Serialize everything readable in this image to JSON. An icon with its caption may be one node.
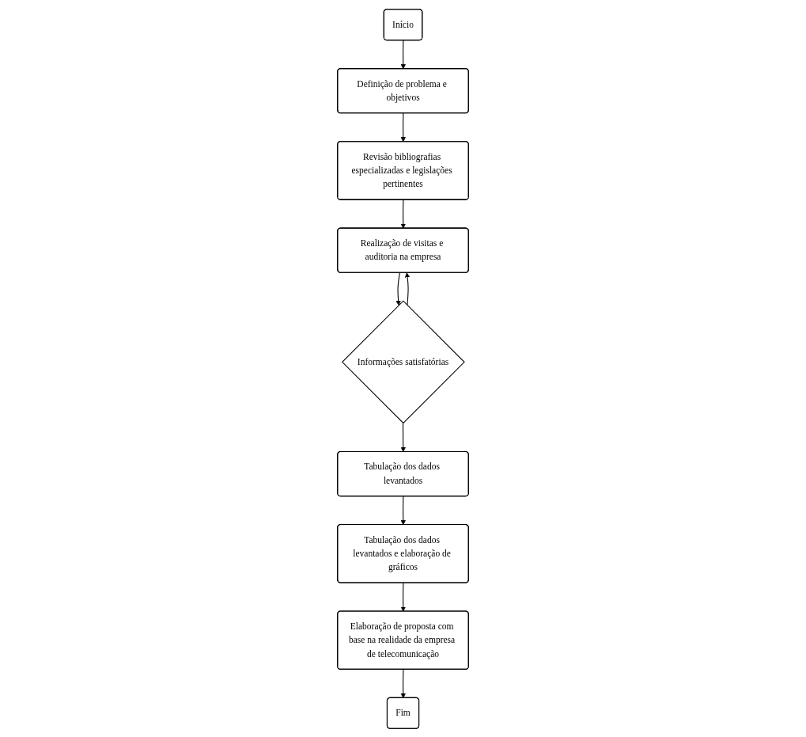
{
  "diagram": {
    "nodes": [
      {
        "text": [
          "Início"
        ]
      },
      {
        "text": [
          "Definição de problema e objetivos"
        ]
      },
      {
        "text": [
          "Revisão bibliografias especializadas e legislações pertinentes"
        ]
      },
      {
        "text": [
          "Realização de visitas e auditoria na empresa"
        ]
      },
      {
        "text": [
          "Informações satisfatórias"
        ]
      },
      {
        "text": [
          "Tabulação dos dados levantados"
        ]
      },
      {
        "text": [
          "Tabulação dos dados levantados e elaboração de gráficos"
        ]
      },
      {
        "text": [
          "Elaboração de proposta com base na realidade da empresa de telecomunicação"
        ]
      },
      {
        "text": [
          "Fim"
        ]
      }
    ],
    "edges": [
      {
        "from": 0,
        "to": 1,
        "arrow": "to"
      },
      {
        "from": 1,
        "to": 2,
        "arrow": "to"
      },
      {
        "from": 2,
        "to": 3,
        "arrow": "to"
      },
      {
        "from": 3,
        "to": 4,
        "arrow": "to"
      },
      {
        "from": 4,
        "to": 3,
        "arrow": "to"
      },
      {
        "from": 4,
        "to": 5,
        "arrow": "to"
      },
      {
        "from": 5,
        "to": 6,
        "arrow": "to"
      },
      {
        "from": 6,
        "to": 7,
        "arrow": "to"
      },
      {
        "from": 7,
        "to": 8,
        "arrow": "to"
      }
    ]
  }
}
